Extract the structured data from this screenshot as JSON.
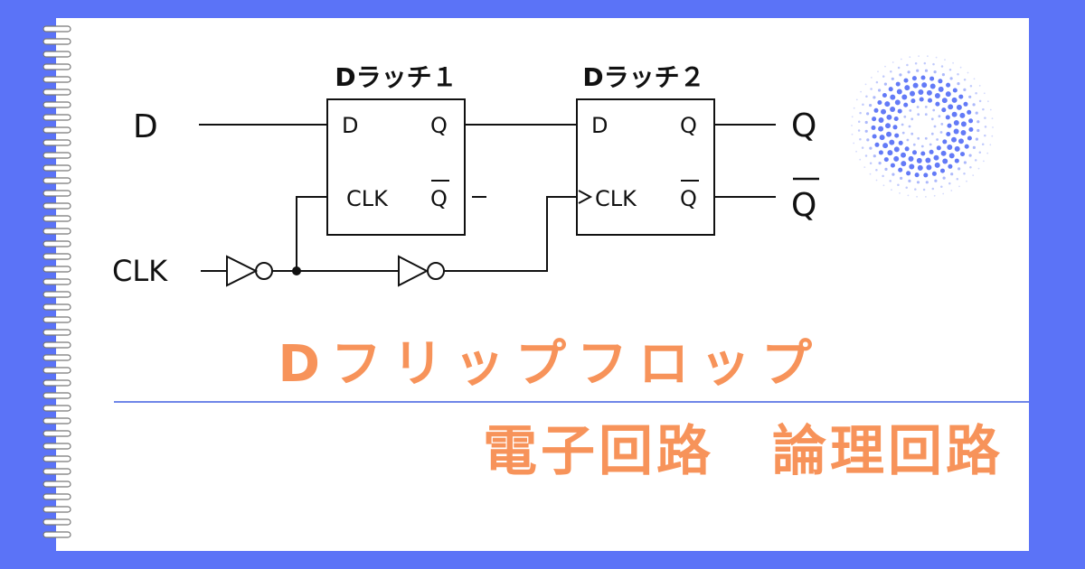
{
  "colors": {
    "background": "#5b73f7",
    "paper": "#ffffff",
    "title": "#f7935a",
    "divider": "#6f86e8",
    "dots": "#5b73f7"
  },
  "diagram": {
    "input_d": "D",
    "input_clk": "CLK",
    "output_q": "Q",
    "output_qbar": "Q",
    "latch1": {
      "title": "Dラッチ１",
      "pin_d": "D",
      "pin_q": "Q",
      "pin_clk": "CLK",
      "pin_qbar": "Q"
    },
    "latch2": {
      "title": "Dラッチ２",
      "pin_d": "D",
      "pin_q": "Q",
      "pin_clk": "CLK",
      "pin_qbar": "Q"
    }
  },
  "title": "Dフリップフロップ",
  "subtitle": "電子回路　論理回路"
}
